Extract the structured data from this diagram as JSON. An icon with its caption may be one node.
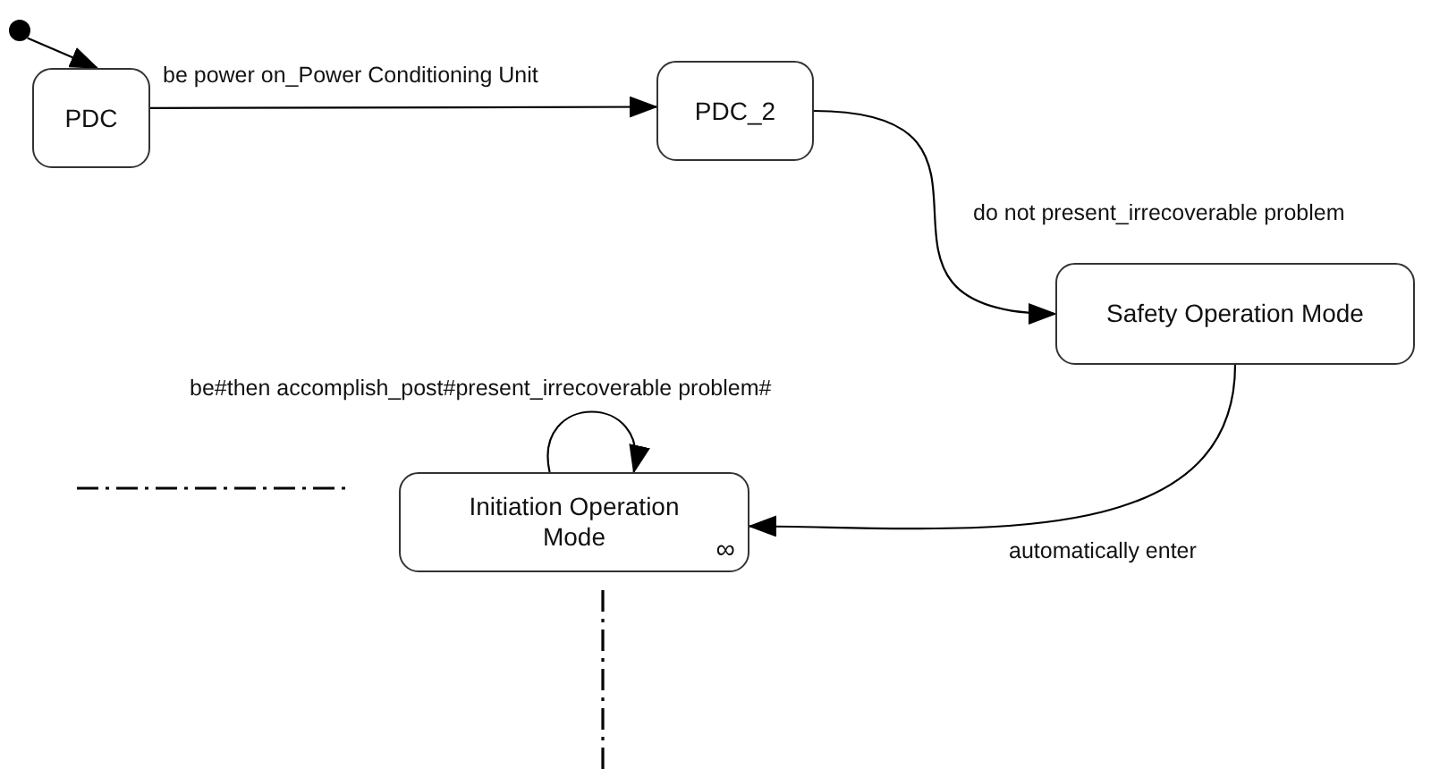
{
  "diagram": {
    "nodes": [
      {
        "text": [],
        "shape": "circle"
      },
      {
        "text": [
          "PDC"
        ]
      },
      {
        "text": [
          "PDC_2"
        ]
      },
      {
        "text": [
          "Safety Operation Mode"
        ]
      },
      {
        "text": [
          "Initiation Operation Mode",
          "∞"
        ]
      }
    ],
    "edges": [
      {
        "from": 0,
        "to": 1,
        "arrow": "to"
      },
      {
        "from": 1,
        "to": 2,
        "arrow": "to",
        "label": "be power on_Power Conditioning Unit"
      },
      {
        "from": 2,
        "to": 3,
        "arrow": "to",
        "label": "do not present_irrecoverable problem"
      },
      {
        "from": 3,
        "to": 4,
        "arrow": "to",
        "label": "automatically enter"
      },
      {
        "from": 4,
        "to": 4,
        "arrow": "to",
        "label": "be#then accomplish_post#present_irrecoverable problem#"
      }
    ]
  }
}
